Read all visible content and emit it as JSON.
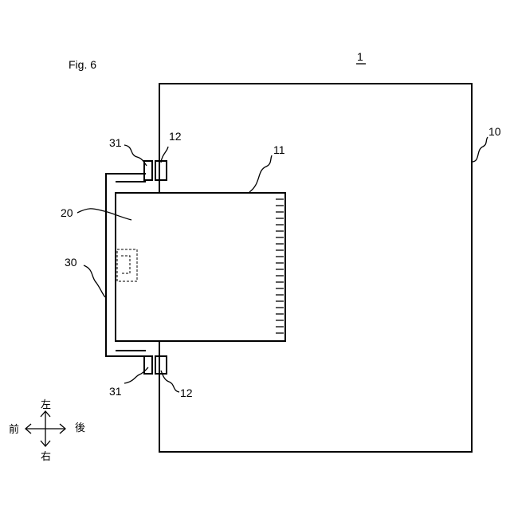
{
  "figure": {
    "title": "Fig. 6",
    "assembly_ref": "1"
  },
  "labels": {
    "l10": "10",
    "l11": "11",
    "l12_top": "12",
    "l12_bottom": "12",
    "l20": "20",
    "l30": "30",
    "l31_top": "31",
    "l31_bottom": "31"
  },
  "compass": {
    "up": "左",
    "down": "右",
    "left": "前",
    "right": "後"
  }
}
